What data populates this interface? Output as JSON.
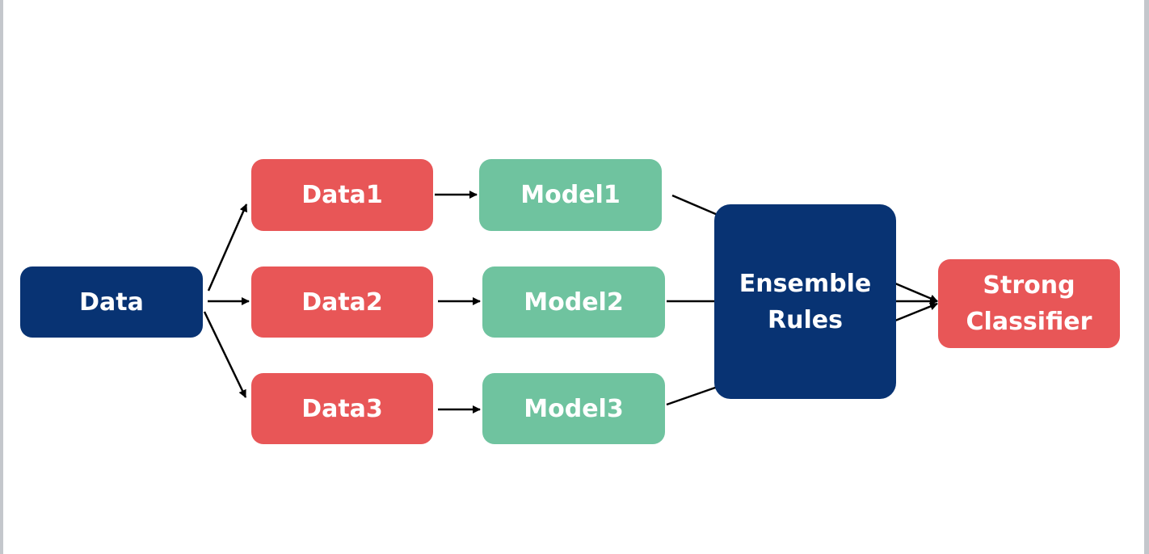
{
  "diagram": {
    "type": "ensemble-flow",
    "colors": {
      "navy": "#083373",
      "red": "#e85657",
      "green": "#6fc39f",
      "line": "#000000"
    },
    "nodes": {
      "data": "Data",
      "data1": "Data1",
      "data2": "Data2",
      "data3": "Data3",
      "model1": "Model1",
      "model2": "Model2",
      "model3": "Model3",
      "ensemble": "Ensemble\nRules",
      "strong": "Strong\nClassifier"
    },
    "edges": [
      {
        "from": "Data",
        "to": "Data1"
      },
      {
        "from": "Data",
        "to": "Data2"
      },
      {
        "from": "Data",
        "to": "Data3"
      },
      {
        "from": "Data1",
        "to": "Model1"
      },
      {
        "from": "Data2",
        "to": "Model2"
      },
      {
        "from": "Data3",
        "to": "Model3"
      },
      {
        "from": "Model1",
        "to": "Ensemble Rules"
      },
      {
        "from": "Model2",
        "to": "Ensemble Rules"
      },
      {
        "from": "Model3",
        "to": "Ensemble Rules"
      },
      {
        "from": "Ensemble Rules",
        "to": "Strong Classifier"
      }
    ]
  }
}
